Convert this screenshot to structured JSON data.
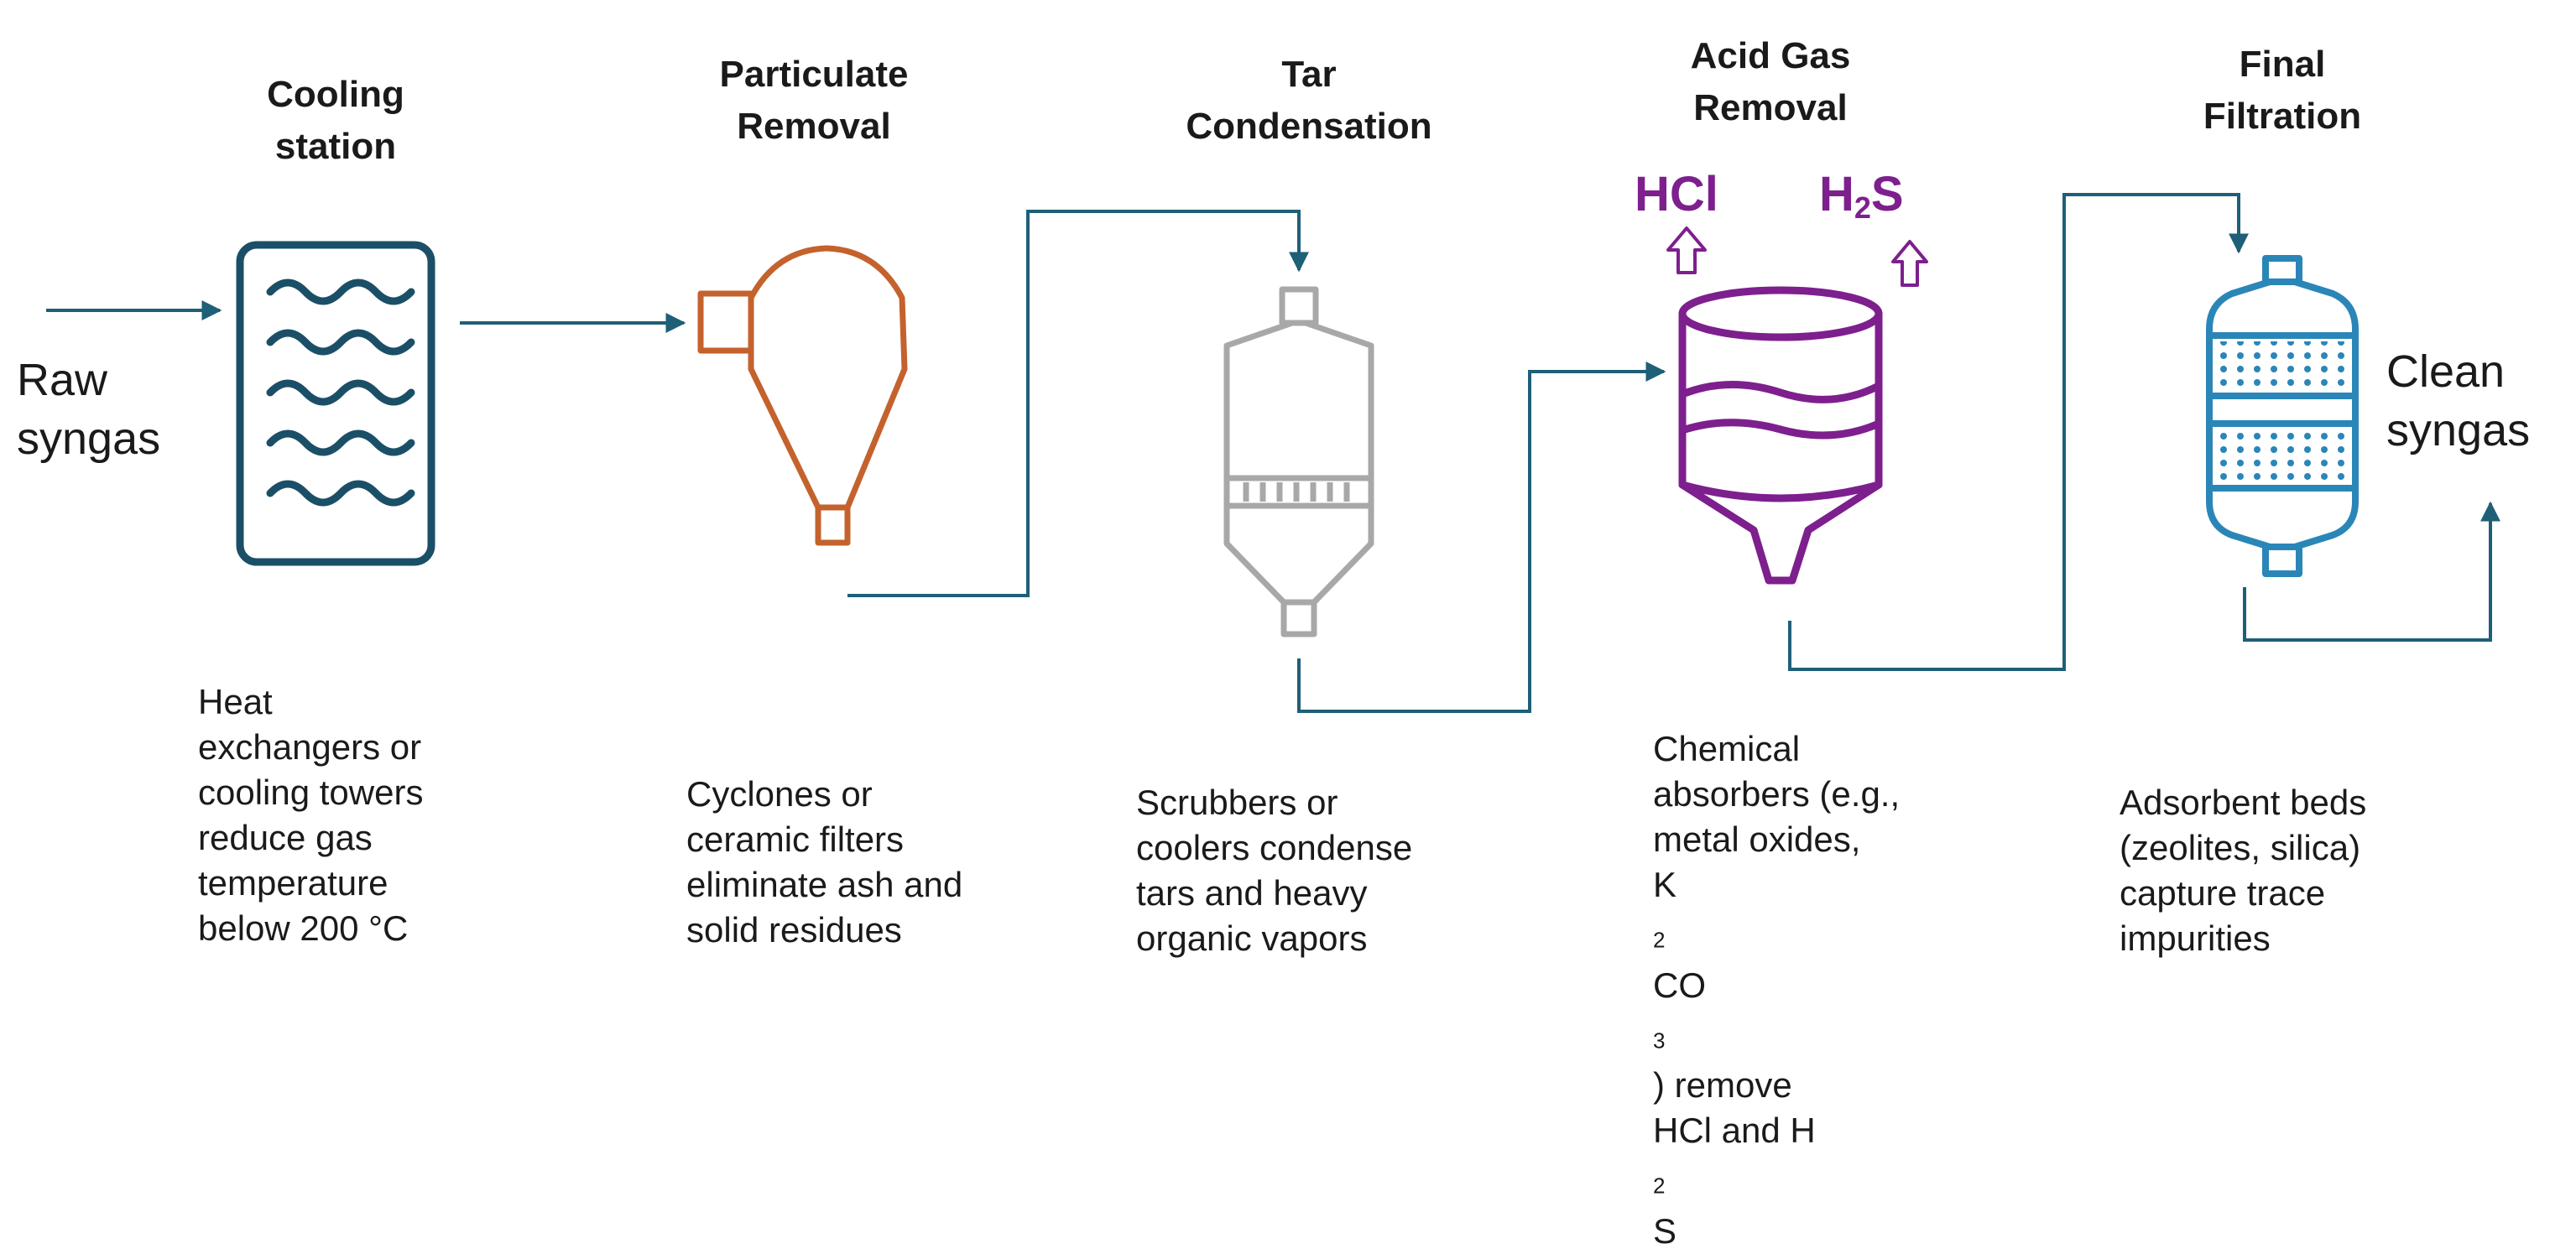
{
  "colors": {
    "line": "#1f5f78",
    "cooling": "#1b4f67",
    "particulate": "#c4622d",
    "tar": "#a8a8a8",
    "acid": "#7e1f8e",
    "filtration": "#2b86b8"
  },
  "input_label": [
    "Raw",
    "syngas"
  ],
  "output_label": [
    "Clean",
    "syngas"
  ],
  "stages": [
    {
      "id": "cooling",
      "icon": "heat-exchanger-icon",
      "title": [
        "Cooling",
        "station"
      ],
      "description": [
        "Heat",
        "exchangers or",
        "cooling towers",
        "reduce gas",
        "temperature",
        "below 200 °C"
      ]
    },
    {
      "id": "particulate",
      "icon": "cyclone-icon",
      "title": [
        "Particulate",
        "Removal"
      ],
      "description": [
        "Cyclones or",
        "ceramic filters",
        "eliminate ash and",
        "solid residues"
      ]
    },
    {
      "id": "tar",
      "icon": "scrubber-column-icon",
      "title": [
        "Tar",
        "Condensation"
      ],
      "description": [
        "Scrubbers or",
        "coolers condense",
        "tars and heavy",
        "organic vapors"
      ]
    },
    {
      "id": "acid",
      "icon": "absorber-vessel-icon",
      "title": [
        "Acid Gas",
        "Removal"
      ],
      "description_pre": [
        "Chemical",
        "absorbers (e.g.,",
        "metal oxides,"
      ],
      "k2co3_line": {
        "k": "K",
        "two": "2",
        "co": "CO",
        "three": "3",
        "rest": ") remove"
      },
      "h2s_line": {
        "prefix": "HCl and H",
        "two": "2",
        "suffix": "S"
      },
      "gases": {
        "hcl": "HCl",
        "h2s": {
          "h": "H",
          "two": "2",
          "s": "S"
        }
      }
    },
    {
      "id": "filtration",
      "icon": "adsorbent-bed-icon",
      "title": [
        "Final",
        "Filtration"
      ],
      "description": [
        "Adsorbent beds",
        "(zeolites, silica)",
        "capture trace",
        "impurities"
      ]
    }
  ]
}
